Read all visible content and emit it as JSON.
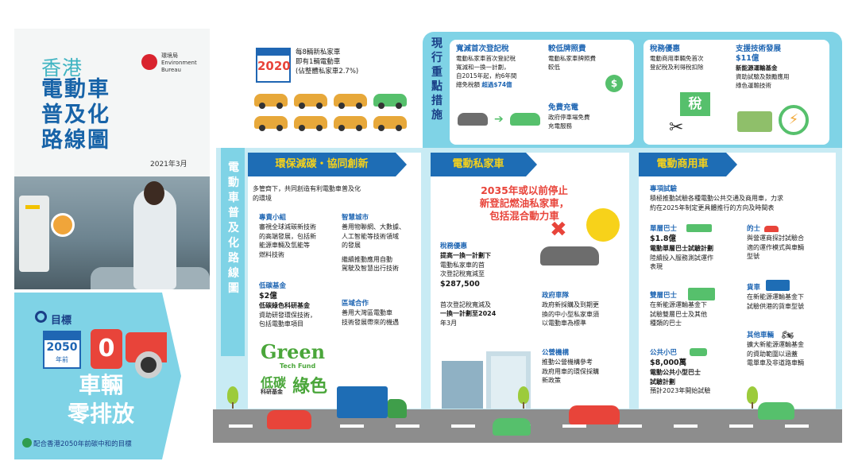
{
  "cover": {
    "title_line1": "香港",
    "title_line2": "電動車",
    "title_line3": "普及化",
    "title_line4": "路線圖",
    "dept_line1": "環境局",
    "dept_line2": "Environment",
    "dept_line3": "Bureau",
    "date": "2021年3月"
  },
  "target": {
    "label": "目標",
    "year": "2050",
    "year_sub": "年前",
    "zero": "0",
    "slogan_line1": "車輛",
    "slogan_line2": "零排放",
    "footnote": "配合香港2050年前碳中和的目標"
  },
  "stat2020": {
    "year": "2020",
    "line1": "每8輛新私家車",
    "line2": "即有1輛電動車",
    "line3": "(佔整體私家車2.7%)"
  },
  "measures": {
    "title": "現行重點措施",
    "card1": {
      "title": "寬減首次登記稅",
      "line1": "電動私家車首次登記稅",
      "line2": "寬減和一換一計劃，",
      "line3": "自2015年起，約6年間",
      "line4": "總免稅額",
      "highlight": "超過$74億"
    },
    "card2": {
      "title": "較低牌照費",
      "line1": "電動私家車牌照費",
      "line2": "較低"
    },
    "card3": {
      "title": "免費充電",
      "line1": "政府停車場免費",
      "line2": "充電服務"
    },
    "card4": {
      "title": "稅務優惠",
      "line1": "電動商用車輛免首次",
      "line2": "登記稅及利得稅扣除",
      "tax_glyph": "稅"
    },
    "card5": {
      "title": "支援技術發展",
      "amount": "$11億",
      "line1": "新能源運輸基金",
      "line2": "資助試驗及鼓勵應用",
      "line3": "綠色運輸技術"
    }
  },
  "col1": {
    "vertical_title": "電動車普及化路線圖",
    "header": "環保減碳・協同創新",
    "intro1": "多管齊下，共同創造有利電動車普及化",
    "intro2": "的環境",
    "s1_title": "專責小組",
    "s1_l1": "審視全球減碳新技術",
    "s1_l2": "的高端發展，包括新",
    "s1_l3": "能源車輛及氫能等",
    "s1_l4": "燃料技術",
    "s2_title": "智慧城市",
    "s2_l1": "善用物聯網、大數據、",
    "s2_l2": "人工智能等技術領域",
    "s2_l3": "的發展",
    "s2_l4": "繼續推動應用自動",
    "s2_l5": "駕駛及智慧出行技術",
    "s3_title": "低碳基金",
    "s3_amount": "$2億",
    "s3_l1": "低碳綠色科研基金",
    "s3_l2": "資助研發環保技術，",
    "s3_l3": "包括電動車項目",
    "s4_title": "區域合作",
    "s4_l1": "善用大灣區電動車",
    "s4_l2": "技術發展帶來的機遇",
    "logo_l1": "Green",
    "logo_l2": "Tech Fund",
    "logo_l3": "低碳",
    "logo_l4": "綠色",
    "logo_l5": "科研基金"
  },
  "col2": {
    "header": "電動私家車",
    "headline1": "2035年或以前停止",
    "headline2": "新登記燃油私家車，",
    "headline3": "包括混合動力車",
    "s1_title": "稅務優惠",
    "s1_l1": "提高一換一計劃下",
    "s1_l2": "電動私家車的首",
    "s1_l3": "次登記稅寬減至",
    "s1_amount": "$287,500",
    "s1_l4": "首次登記稅寬減及",
    "s1_l5": "一換一計劃至2024",
    "s1_l6": "年3月",
    "s2_title": "政府車隊",
    "s2_l1": "政府新採購及到期更",
    "s2_l2": "換的中小型私家車須",
    "s2_l3": "以電動車為標準",
    "s3_title": "公營機構",
    "s3_l1": "推動公營機構參考",
    "s3_l2": "政府用車的環保採購",
    "s3_l3": "新政策"
  },
  "col3": {
    "header": "電動商用車",
    "s0_title": "專項試驗",
    "s0_l1": "積極推動試驗各種電動公共交通及商用車，力求",
    "s0_l2": "約在2025年制定更具體推行的方向及時間表",
    "s1_title": "單層巴士",
    "s1_amount": "$1.8億",
    "s1_l1": "電動單層巴士試驗計劃",
    "s1_l2": "陸續投入服務測試運作",
    "s1_l3": "表現",
    "s2_title": "的士",
    "s2_l1": "與營運商探討試驗合",
    "s2_l2": "適的運作模式與車輛",
    "s2_l3": "型號",
    "s3_title": "雙層巴士",
    "s3_l1": "在新能源運輸基金下",
    "s3_l2": "試驗雙層巴士及其他",
    "s3_l3": "種類的巴士",
    "s4_title": "貨車",
    "s4_l1": "在新能源運輸基金下",
    "s4_l2": "試驗供港的貨車型號",
    "s5_title": "公共小巴",
    "s5_amount": "$8,000萬",
    "s5_l1": "電動公共小型巴士",
    "s5_l2": "試驗計劃",
    "s5_l3": "預計2023年開始試驗",
    "s6_title": "其他車輛",
    "s6_l1": "擴大新能源運輸基金",
    "s6_l2": "的資助範圍以涵蓋",
    "s6_l3": "電單車及非道路車輛"
  },
  "colors": {
    "navy": "#1a3f87",
    "blue": "#1e6db5",
    "light_blue": "#7fd3e6",
    "pale_blue": "#c8ebf4",
    "red": "#e8443a",
    "green": "#4aa63a",
    "yellow": "#f7d21a"
  }
}
